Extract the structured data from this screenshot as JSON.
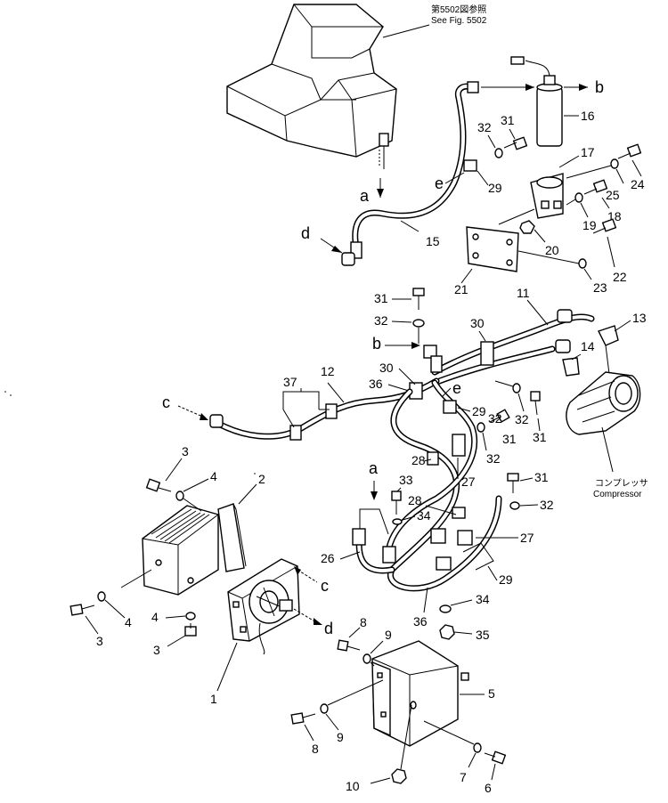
{
  "figure_ref": {
    "jp": "第5502図参照",
    "en": "See Fig. 5502"
  },
  "compressor": {
    "jp": "コンプレッサ",
    "en": "Compressor"
  },
  "letters": [
    "a",
    "b",
    "c",
    "d",
    "e"
  ],
  "part_numbers": [
    "1",
    "2",
    "3",
    "4",
    "5",
    "6",
    "7",
    "8",
    "9",
    "10",
    "11",
    "12",
    "13",
    "14",
    "15",
    "16",
    "17",
    "18",
    "19",
    "20",
    "21",
    "22",
    "23",
    "24",
    "25",
    "26",
    "27",
    "28",
    "29",
    "30",
    "31",
    "32",
    "33",
    "34",
    "35",
    "36",
    "37"
  ]
}
